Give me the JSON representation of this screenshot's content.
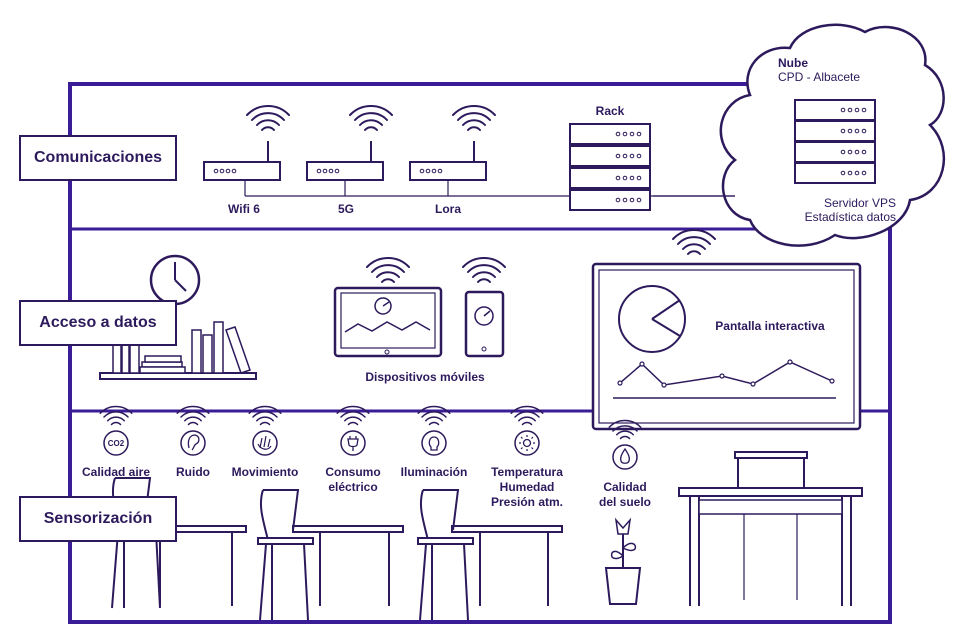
{
  "sections": {
    "communications": "Comunicaciones",
    "data_access": "Acceso a datos",
    "sensing": "Sensorización"
  },
  "communications": {
    "wifi6": "Wifi 6",
    "5g": "5G",
    "lora": "Lora",
    "rack": "Rack"
  },
  "cloud": {
    "title": "Nube",
    "location": "CPD - Albacete",
    "server_line1": "Servidor VPS",
    "server_line2": "Estadística datos"
  },
  "data_access": {
    "mobile_devices": "Dispositivos móviles",
    "interactive_screen": "Pantalla interactiva"
  },
  "sensors": {
    "co2_badge": "CO2",
    "air_quality": "Calidad aire",
    "noise": "Ruido",
    "movement": "Movimiento",
    "power_line1": "Consumo",
    "power_line2": "eléctrico",
    "lighting": "Iluminación",
    "env_line1": "Temperatura",
    "env_line2": "Humedad",
    "env_line3": "Presión atm.",
    "soil_line1": "Calidad",
    "soil_line2": "del suelo"
  },
  "colors": {
    "primary": "#3a1d96",
    "line": "#2d1a5c"
  }
}
